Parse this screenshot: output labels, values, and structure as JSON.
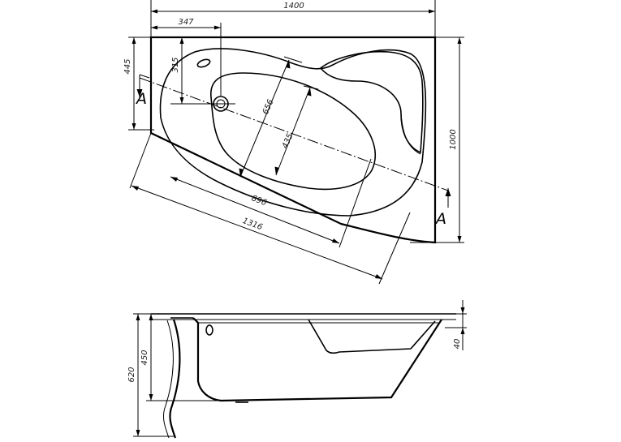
{
  "dimensions": {
    "total_width": "1400",
    "drain_offset_x": "347",
    "drain_offset_y": "315",
    "left_depth": "445",
    "total_depth": "1000",
    "inner_length": "656",
    "inner_width": "435",
    "basin_length": "896",
    "diagonal_length": "1316",
    "total_height": "620",
    "inner_height": "450",
    "rim_height": "40"
  },
  "section_marks": {
    "left": "A",
    "right": "A"
  }
}
